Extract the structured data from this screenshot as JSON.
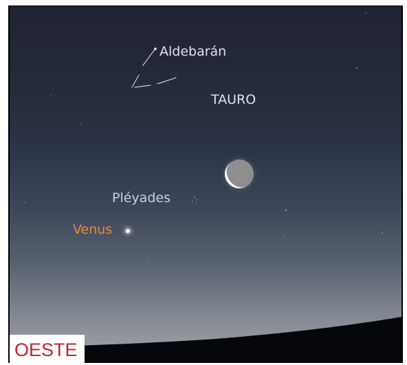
{
  "sky": {
    "labels": {
      "aldebaran": "Aldebarán",
      "tauro": "TAURO",
      "pleyades": "Pléyades",
      "venus": "Venus"
    },
    "direction": "OESTE",
    "colors": {
      "label": "#dfe3ec",
      "pleyades_label": "#c9cde8",
      "venus_label": "#e88a3a",
      "direction_text": "#c0242b",
      "moon_dark": "#8e8e8e",
      "moon_lit": "#ffffff",
      "horizon": "#05070b"
    }
  }
}
